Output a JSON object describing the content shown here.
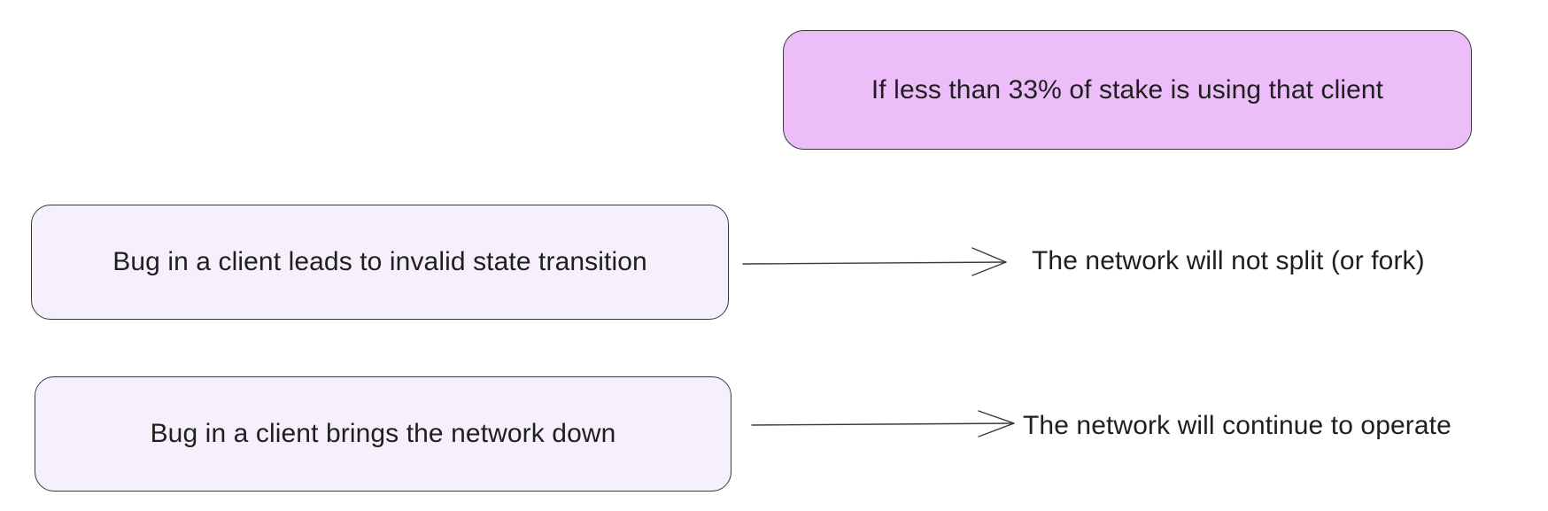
{
  "diagram": {
    "condition": {
      "label": "If less than 33% of stake is using that client",
      "fill": "#ecbdf9"
    },
    "rows": [
      {
        "cause": "Bug in a client leads to invalid state transition",
        "outcome": "The network will not split (or fork)"
      },
      {
        "cause": "Bug in a client brings the network down",
        "outcome": "The network will continue to operate"
      }
    ],
    "colors": {
      "cause_fill": "#f6f0fc",
      "stroke": "#3a3a3a",
      "text": "#1f1f1f"
    }
  }
}
